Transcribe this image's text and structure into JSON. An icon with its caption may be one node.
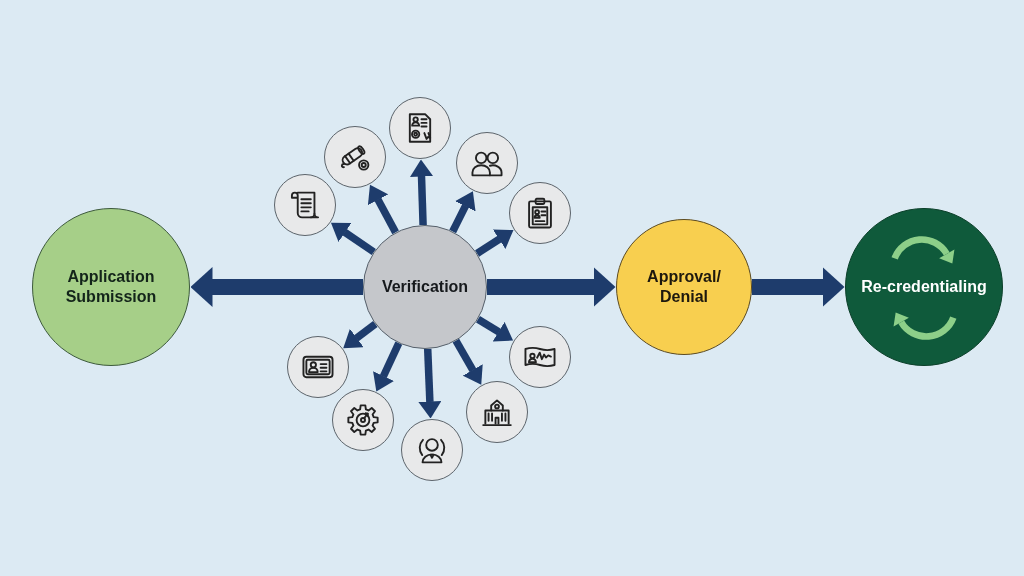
{
  "diagram": {
    "nodes": [
      {
        "text": [
          "Application Submission"
        ]
      },
      {
        "text": [
          "Verification"
        ]
      },
      {
        "text": [
          "Approval/ Denial"
        ]
      },
      {
        "text": [
          "Re-credentialing"
        ]
      },
      {
        "text": [],
        "shape": "circle"
      },
      {
        "text": [],
        "shape": "circle"
      },
      {
        "text": [],
        "shape": "circle"
      },
      {
        "text": [],
        "shape": "circle"
      },
      {
        "text": [],
        "shape": "circle"
      },
      {
        "text": [],
        "shape": "circle"
      },
      {
        "text": [],
        "shape": "circle"
      },
      {
        "text": [],
        "shape": "circle"
      },
      {
        "text": [],
        "shape": "circle"
      },
      {
        "text": [],
        "shape": "circle"
      }
    ],
    "edges": [
      {
        "from": 1,
        "to": 0,
        "arrow": "to",
        "style": "thick"
      },
      {
        "from": 1,
        "to": 2,
        "arrow": "to",
        "style": "thick"
      },
      {
        "from": 2,
        "to": 3,
        "arrow": "to",
        "style": "thick"
      },
      {
        "from": 1,
        "to": 4,
        "arrow": "to"
      },
      {
        "from": 1,
        "to": 5,
        "arrow": "to"
      },
      {
        "from": 1,
        "to": 6,
        "arrow": "to"
      },
      {
        "from": 1,
        "to": 7,
        "arrow": "to"
      },
      {
        "from": 1,
        "to": 8,
        "arrow": "to"
      },
      {
        "from": 1,
        "to": 9,
        "arrow": "to"
      },
      {
        "from": 1,
        "to": 10,
        "arrow": "to"
      },
      {
        "from": 1,
        "to": 11,
        "arrow": "to"
      },
      {
        "from": 1,
        "to": 12,
        "arrow": "to"
      },
      {
        "from": 1,
        "to": 13,
        "arrow": "to"
      }
    ]
  }
}
